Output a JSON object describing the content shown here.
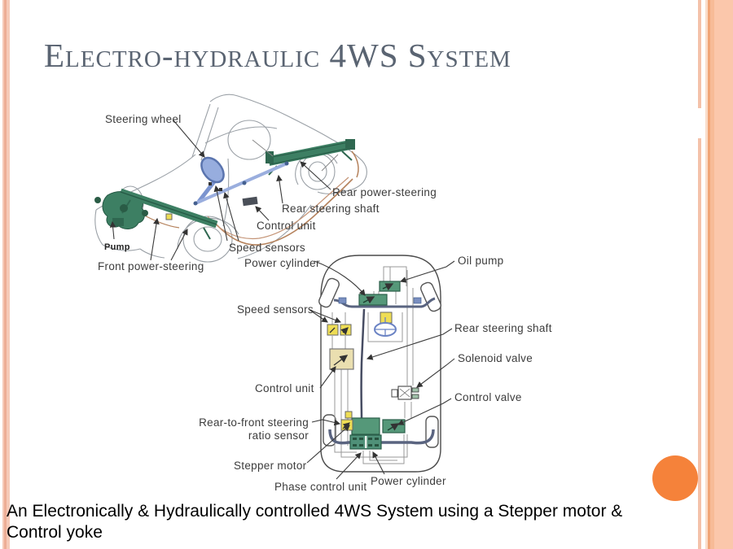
{
  "slide": {
    "title": "Electro-hydraulic 4WS System",
    "caption_line1": "An Electronically & Hydraulically controlled 4WS System using a Stepper motor &",
    "caption_line2": "Control yoke"
  },
  "colors": {
    "title_text": "#5a6472",
    "accent_circle": "#f5823a",
    "side_band": "#fbc7ab",
    "side_band_line": "#f1a476",
    "left_stripe": "#edad95",
    "diagram_green": "#3d7f63",
    "schematic_green": "#559879",
    "diagram_yellow": "#eedd55",
    "control_unit_cream": "#eadfb0",
    "steering_blue": "#8ca4da",
    "pipe_brown": "#b5825c",
    "label_text": "#3c3c3c"
  },
  "car_diagram": {
    "labels": {
      "steering_wheel": "Steering  wheel",
      "pump": "Pump",
      "front_power_steering": "Front power-steering",
      "speed_sensors": "Speed sensors",
      "control_unit": "Control unit",
      "rear_steering_shaft": "Rear steering shaft",
      "rear_power_steering": "Rear power-steering"
    }
  },
  "schematic_diagram": {
    "labels": {
      "power_cylinder_front": "Power cylinder",
      "oil_pump": "Oil pump",
      "speed_sensors": "Speed sensors",
      "rear_steering_shaft": "Rear steering shaft",
      "solenoid_valve": "Solenoid valve",
      "control_unit": "Control unit",
      "control_valve": "Control valve",
      "ratio_sensor_line1": "Rear-to-front steering",
      "ratio_sensor_line2": "ratio sensor",
      "stepper_motor": "Stepper motor",
      "phase_control_unit": "Phase control unit",
      "power_cylinder_rear": "Power cylinder"
    }
  }
}
